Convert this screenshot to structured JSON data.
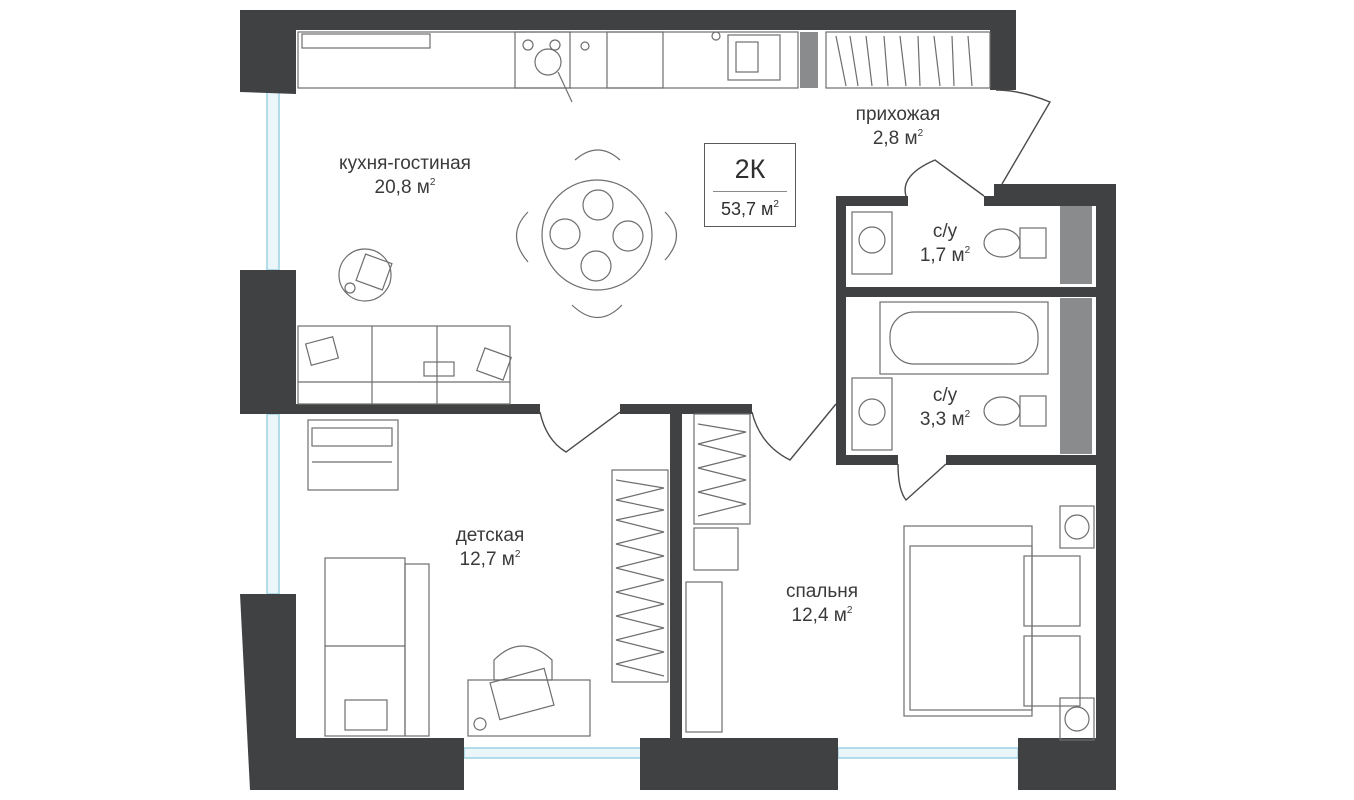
{
  "apartment": {
    "type": "2К",
    "total_area_value": "53,7 м",
    "area_unit_sup": "2"
  },
  "rooms": {
    "kitchen": {
      "name": "кухня-гостиная",
      "area": "20,8 м"
    },
    "hall": {
      "name": "прихожая",
      "area": "2,8 м"
    },
    "bath_small": {
      "name": "с/у",
      "area": "1,7 м"
    },
    "bath_large": {
      "name": "с/у",
      "area": "3,3 м"
    },
    "kids": {
      "name": "детская",
      "area": "12,7 м"
    },
    "bedroom": {
      "name": "спальня",
      "area": "12,4 м"
    }
  },
  "colors": {
    "wall": "#3f4143",
    "wall_inner": "#3f4143",
    "window": "#bfe3ee",
    "furniture_line": "#6e6e6e",
    "shaft": "#8a8b8d"
  }
}
